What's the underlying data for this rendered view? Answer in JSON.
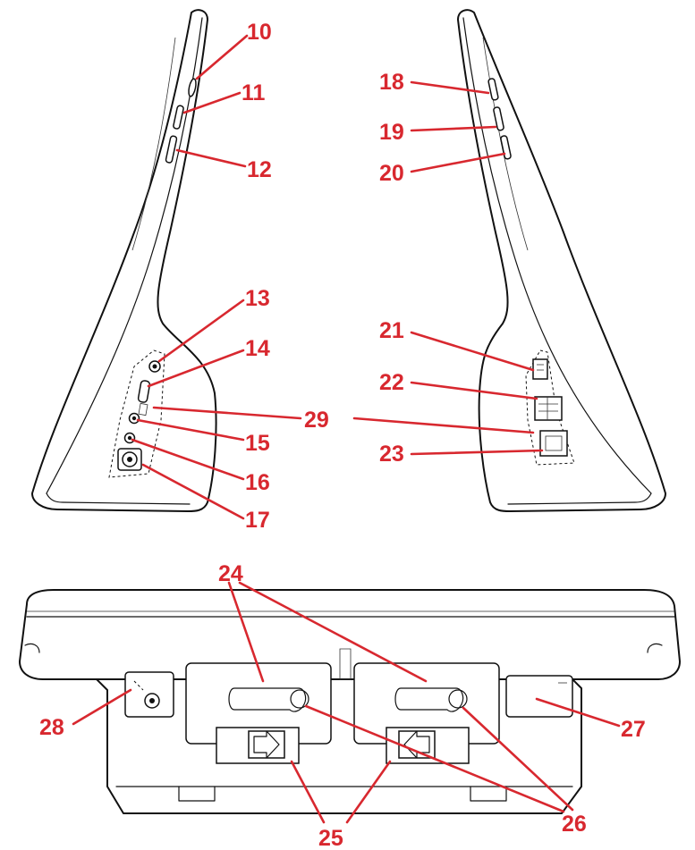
{
  "accent_color": "#d8282f",
  "callouts": {
    "c10": "10",
    "c11": "11",
    "c12": "12",
    "c13": "13",
    "c14": "14",
    "c15": "15",
    "c16": "16",
    "c17": "17",
    "c18": "18",
    "c19": "19",
    "c20": "20",
    "c21": "21",
    "c22": "22",
    "c23": "23",
    "c24": "24",
    "c25": "25",
    "c26": "26",
    "c27": "27",
    "c28": "28",
    "c29": "29"
  }
}
